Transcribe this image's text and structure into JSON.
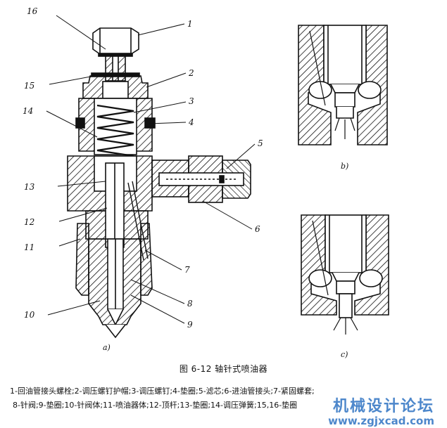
{
  "figure": {
    "caption": "图 6-12    轴针式喷油器",
    "legend_line1": "1-回油管接头螺栓;2-调压螺钉护帽;3-调压螺钉;4-垫圈;5-滤芯;6-进油管接头;7-紧固螺套;",
    "legend_line2": "8-针阀;9-垫圈;10-针阀体;11-喷油器体;12-顶杆;13-垫圈;14-调压弹簧;15,16-垫圈"
  },
  "callouts": [
    "1",
    "2",
    "3",
    "4",
    "5",
    "6",
    "7",
    "8",
    "9",
    "10",
    "11",
    "12",
    "13",
    "14",
    "15",
    "16"
  ],
  "subfigure_labels": {
    "a": "a)",
    "b": "b)",
    "c": "c)"
  },
  "watermark": {
    "text": "机械设计论坛",
    "url": "www.zgjxcad.com",
    "color": "#2f73c2"
  }
}
